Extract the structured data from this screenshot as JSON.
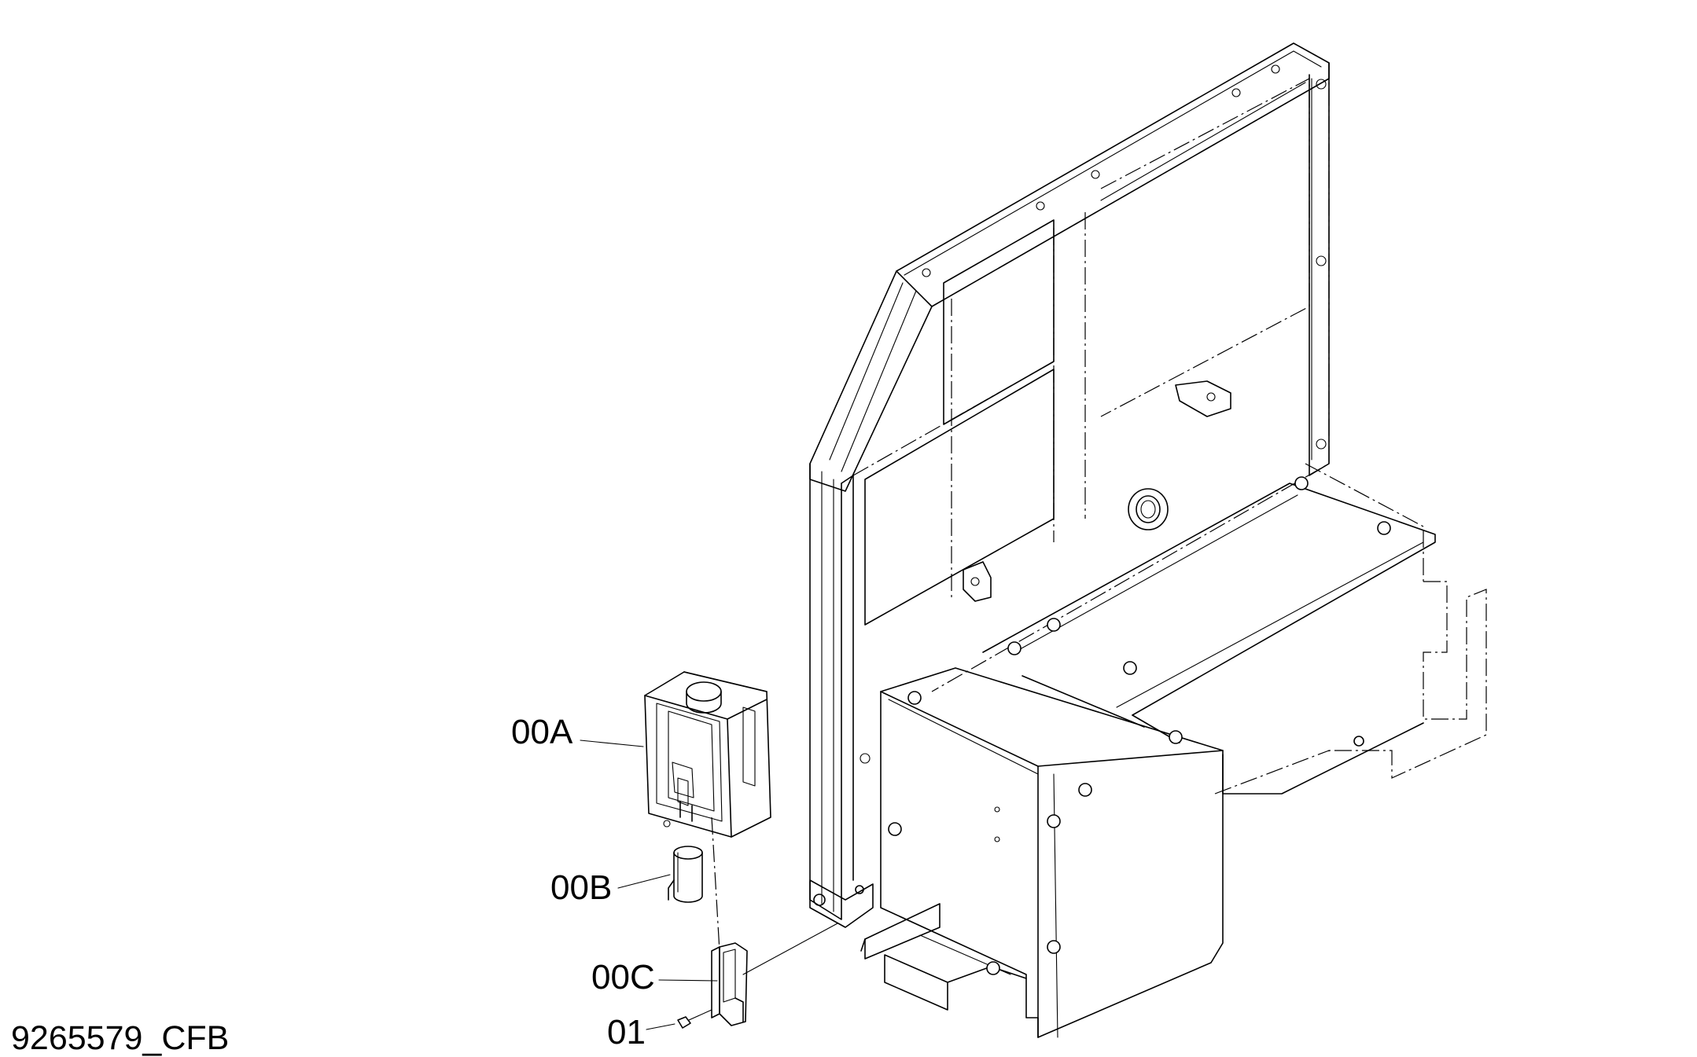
{
  "callouts": {
    "tank": "00A",
    "motor": "00B",
    "bracket": "00C",
    "bolt": "01"
  },
  "drawing_id": "9265579_CFB"
}
